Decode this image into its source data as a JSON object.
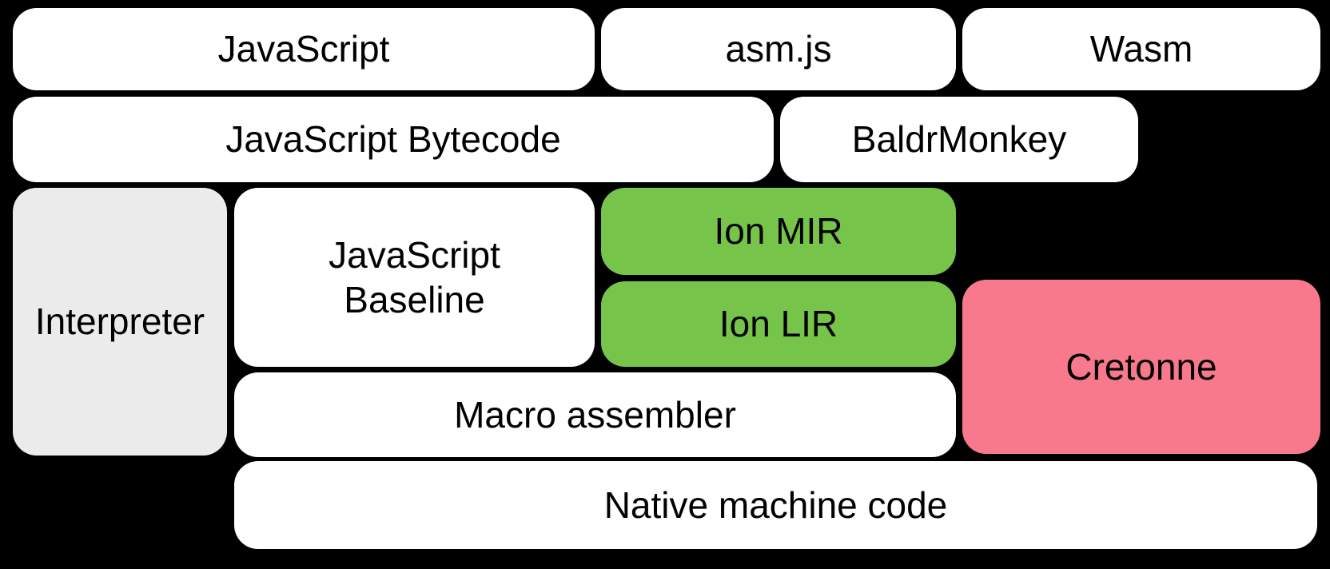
{
  "diagram": {
    "title": "SpiderMonkey compilation pipeline",
    "background_color": "#000000",
    "colors": {
      "box_white": "#ffffff",
      "box_gray": "#ebebeb",
      "box_green": "#77c44a",
      "box_pink": "#f8798b",
      "text": "#000000"
    },
    "nodes": {
      "javascript": {
        "label": "JavaScript"
      },
      "asmjs": {
        "label": "asm.js"
      },
      "wasm": {
        "label": "Wasm"
      },
      "bytecode": {
        "label": "JavaScript Bytecode"
      },
      "baldrmonkey": {
        "label": "BaldrMonkey"
      },
      "interpreter": {
        "label": "Interpreter"
      },
      "baseline": {
        "label": "JavaScript Baseline",
        "line1": "JavaScript",
        "line2": "Baseline"
      },
      "ion_mir": {
        "label": "Ion MIR"
      },
      "ion_lir": {
        "label": "Ion LIR"
      },
      "cretonne": {
        "label": "Cretonne"
      },
      "macro": {
        "label": "Macro assembler"
      },
      "native": {
        "label": "Native machine code"
      }
    }
  }
}
